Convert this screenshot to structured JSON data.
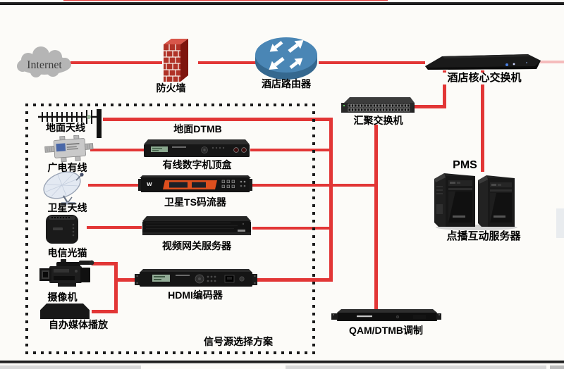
{
  "diagram": {
    "internet": {
      "label": "Internet"
    },
    "firewall": {
      "label": "防火墙"
    },
    "router": {
      "label": "酒店路由器"
    },
    "core_switch": {
      "label": "酒店核心交换机"
    },
    "agg_switch": {
      "label": "汇聚交换机"
    },
    "pms": {
      "label": "PMS"
    },
    "vod_server": {
      "label": "点播互动服务器"
    },
    "sources_box": {
      "label": "信号源选择方案"
    },
    "terrestrial_antenna": {
      "label": "地面天线"
    },
    "terrestrial_dtmb": {
      "label": "地面DTMB"
    },
    "cable_tv": {
      "label": "广电有线"
    },
    "cable_stb": {
      "label": "有线数字机顶盒"
    },
    "satellite_dish": {
      "label": "卫星天线"
    },
    "ts_streamer": {
      "label": "卫星TS码流器"
    },
    "telecom_modem": {
      "label": "电信光猫"
    },
    "video_gateway": {
      "label": "视频网关服务器"
    },
    "camera": {
      "label": "摄像机"
    },
    "media_player": {
      "label": "自办媒体播放"
    },
    "hdmi_encoder": {
      "label": "HDMI编码器"
    },
    "qam_modulator": {
      "label": "QAM/DTMB调制"
    }
  },
  "colors": {
    "connection_line": "#e23636",
    "connection_line_faded": "#f5bcbc",
    "firewall_brick": "#b03227",
    "router_blue": "#4a86b5",
    "device_black": "#161616",
    "ts_streamer_orange": "#dd4f1e"
  }
}
